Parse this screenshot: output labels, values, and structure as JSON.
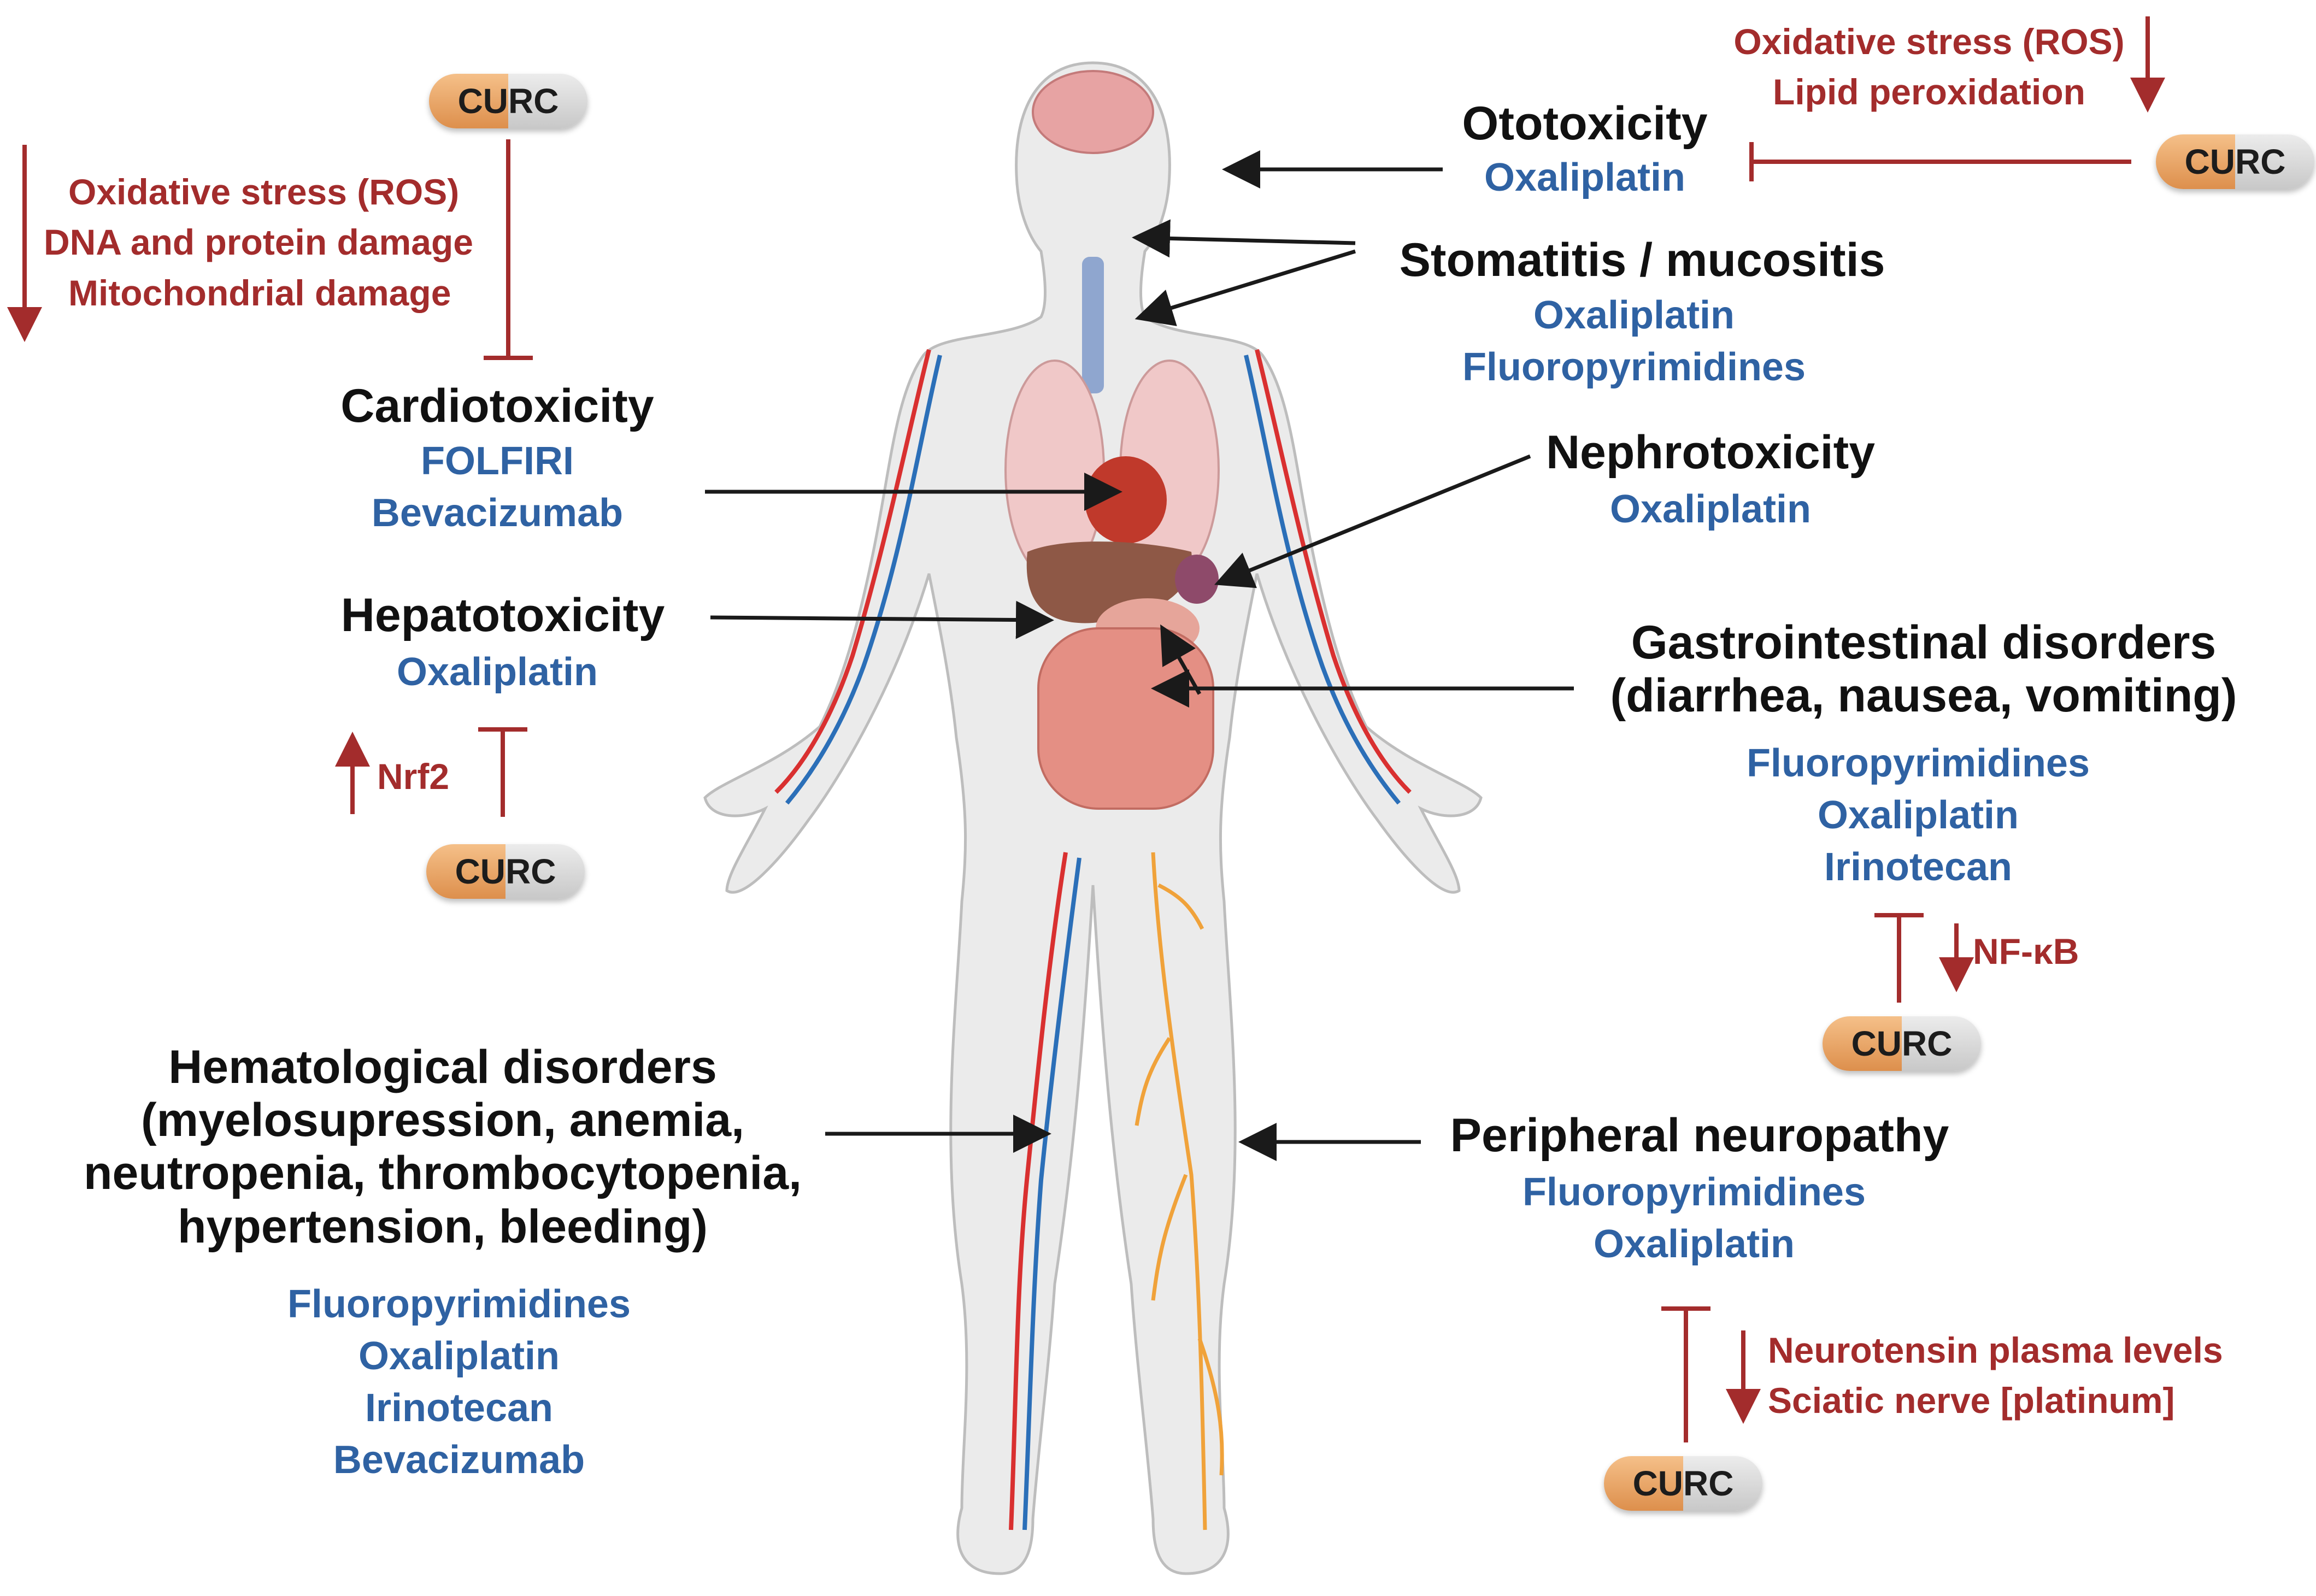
{
  "ototoxicity": {
    "title": "Ototoxicity",
    "drugs": [
      "Oxaliplatin"
    ],
    "effects": [
      "Oxidative stress (ROS)",
      "Lipid peroxidation"
    ]
  },
  "stomatitis": {
    "title": "Stomatitis / mucositis",
    "drugs": [
      "Oxaliplatin",
      "Fluoropyrimidines"
    ]
  },
  "cardiotoxicity": {
    "title": "Cardiotoxicity",
    "drugs": [
      "FOLFIRI",
      "Bevacizumab"
    ],
    "effects": [
      "Oxidative stress (ROS)",
      "DNA and protein damage",
      "Mitochondrial damage"
    ]
  },
  "nephrotoxicity": {
    "title": "Nephrotoxicity",
    "drugs": [
      "Oxaliplatin"
    ]
  },
  "hepatotoxicity": {
    "title": "Hepatotoxicity",
    "drugs": [
      "Oxaliplatin"
    ],
    "effect": "Nrf2"
  },
  "gastrointestinal": {
    "title": [
      "Gastrointestinal disorders",
      "(diarrhea, nausea, vomiting)"
    ],
    "drugs": [
      "Fluoropyrimidines",
      "Oxaliplatin",
      "Irinotecan"
    ],
    "effect": "NF-κB"
  },
  "hematological": {
    "title": [
      "Hematological disorders",
      "(myelosupression, anemia,",
      "neutropenia, thrombocytopenia,",
      "hypertension, bleeding)"
    ],
    "drugs": [
      "Fluoropyrimidines",
      "Oxaliplatin",
      "Irinotecan",
      "Bevacizumab"
    ]
  },
  "neuropathy": {
    "title": "Peripheral neuropathy",
    "drugs": [
      "Fluoropyrimidines",
      "Oxaliplatin"
    ],
    "effects": [
      "Neurotensin plasma levels",
      "Sciatic nerve [platinum]"
    ]
  },
  "pill_label": "CURC",
  "colors": {
    "title": "#111111",
    "drug": "#2f62a3",
    "effect": "#a32c2c",
    "arrow": "#1a1a1a",
    "inhibit": "#a32c2c"
  }
}
